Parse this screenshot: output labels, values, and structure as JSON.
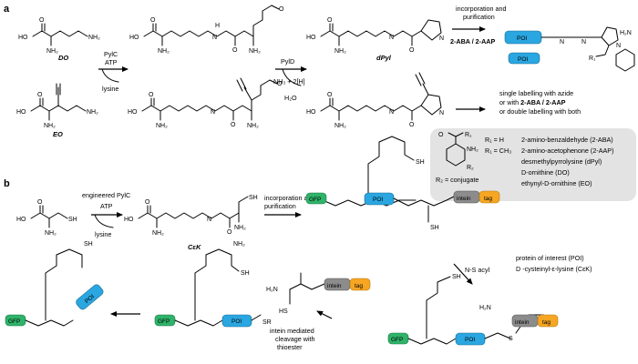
{
  "panels": {
    "a": "a",
    "b": "b"
  },
  "compounds": {
    "do": "DO",
    "eo": "EO",
    "dpyl": "dPyl",
    "cek": "CεK"
  },
  "reagents": {
    "pylc": "PylC",
    "atp": "ATP",
    "lysine": "lysine",
    "pyld": "PylD",
    "nh3": "NH₃ + 2[H]",
    "h2o": "H₂O",
    "engineered_pylc": "engineered PylC",
    "atp_b": "ATP",
    "lysine_b": "lysine",
    "n_s_acyl": "N-S acyl",
    "intein_cleavage_1": "intein mediated",
    "intein_cleavage_2": "cleavage with",
    "intein_cleavage_3": "thioester"
  },
  "incorporation": {
    "a_line1": "incorporation and",
    "a_line2": "purification",
    "a_reagents": "2-ABA / 2-AAP",
    "b_line1": "incorporation and",
    "b_line2": "purification"
  },
  "labelling": {
    "line1": "single labelling with azide",
    "line2_prefix": "or with ",
    "line2_bold": "2-ABA / 2-AAP",
    "line3": "or double labelling with both"
  },
  "legend": {
    "r1_h": "R₁ = H",
    "r1_ch3": "R₁ = CH₃",
    "r2": "R₂ = conjugate",
    "aba": "2-amino-benzaldehyde (2-ABA)",
    "aap": "2-amino-acetophenone (2-AAP)",
    "dpyl": "desmethylpyrrolysine (dPyl)",
    "do": "D-ornithine (DO)",
    "eo": "ethynyl-D-ornithine (EO)"
  },
  "protein_labels": {
    "poi": "POI",
    "gfp": "GFP",
    "intein": "intein",
    "tag": "tag"
  },
  "glossary": {
    "poi": "protein of interest (POI)",
    "cek": "D -cysteinyl-ε-lysine (CεK)"
  },
  "atoms": {
    "ho": "HO",
    "o": "O",
    "nh2": "NH₂",
    "h2n": "H₂N",
    "h": "H",
    "n": "N",
    "sh": "SH",
    "hs": "HS",
    "s": "S",
    "sr": "SR",
    "r1": "R₁",
    "r2": "R₂"
  },
  "colors": {
    "poi": "#2aa6e0",
    "gfp": "#2fb36a",
    "intein": "#8c8c8c",
    "tag": "#f6a623",
    "legend_bg": "#e3e3e3"
  }
}
